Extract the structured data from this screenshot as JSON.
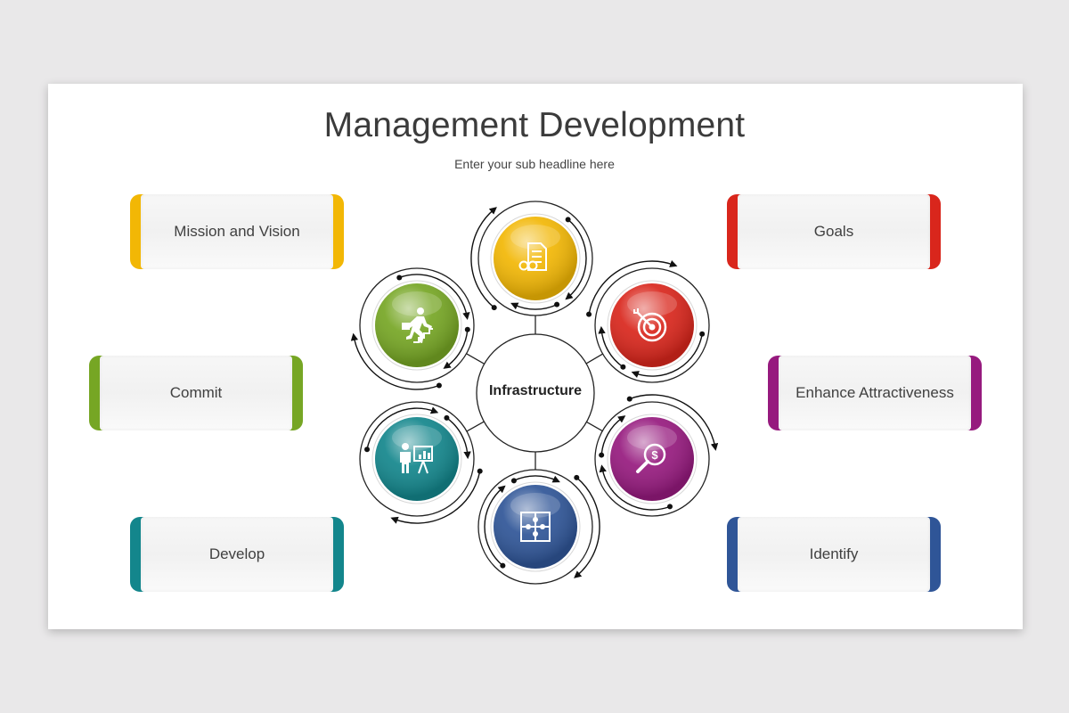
{
  "slide": {
    "title": "Management Development",
    "subtitle": "Enter your sub headline here"
  },
  "center": {
    "label": "Infrastructure"
  },
  "cards": [
    {
      "id": "mission",
      "label": "Mission and Vision",
      "color": "#f2b705",
      "side": "left"
    },
    {
      "id": "commit",
      "label": "Commit",
      "color": "#76a624",
      "side": "left"
    },
    {
      "id": "develop",
      "label": "Develop",
      "color": "#13868c",
      "side": "left"
    },
    {
      "id": "goals",
      "label": "Goals",
      "color": "#d9261c",
      "side": "right"
    },
    {
      "id": "enhance",
      "label": "Enhance Attractiveness",
      "color": "#961a7e",
      "side": "right"
    },
    {
      "id": "identify",
      "label": "Identify",
      "color": "#2f5597",
      "side": "right"
    }
  ],
  "nodes": [
    {
      "id": "mission",
      "color": "#f2b705",
      "icon": "document-glasses-icon"
    },
    {
      "id": "goals",
      "color": "#d9261c",
      "icon": "target-icon"
    },
    {
      "id": "enhance",
      "color": "#961a7e",
      "icon": "dollar-search-icon"
    },
    {
      "id": "identify",
      "color": "#2f5597",
      "icon": "puzzle-icon"
    },
    {
      "id": "develop",
      "color": "#13868c",
      "icon": "presentation-icon"
    },
    {
      "id": "commit",
      "color": "#76a624",
      "icon": "stairs-climber-icon"
    }
  ]
}
